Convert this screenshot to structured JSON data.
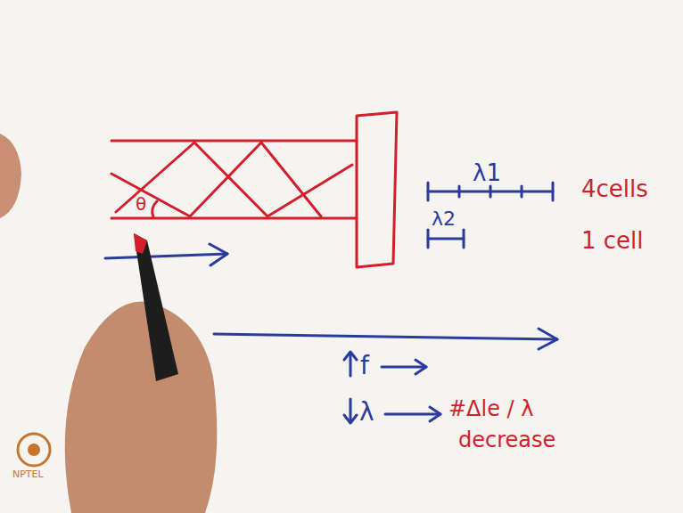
{
  "diagram": {
    "labels": [
      "θ",
      "λ1",
      "4cells",
      "λ2",
      "1 cell",
      "f",
      "λ",
      "#Δle / λ",
      "decrease",
      "NPTEL"
    ]
  }
}
